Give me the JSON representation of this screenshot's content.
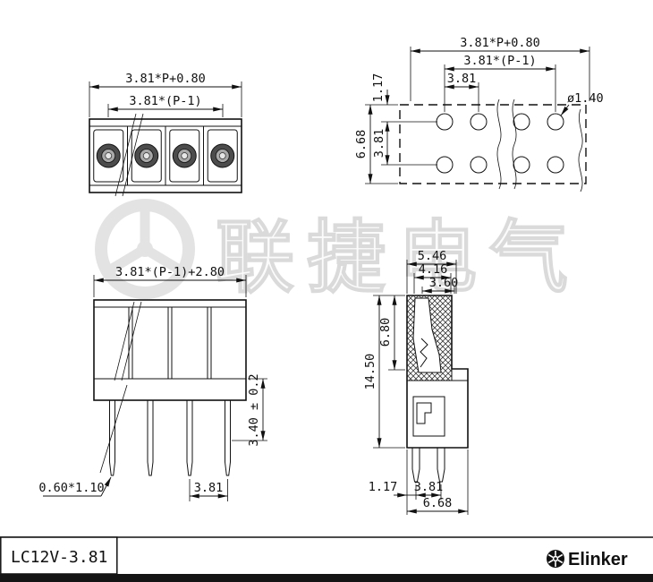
{
  "product": {
    "model": "LC12V-3.81",
    "brand": "Elinker",
    "watermark": "联捷电气"
  },
  "front_view": {
    "dim_overall_width": "3.81*P+0.80",
    "dim_pole_pitch_span": "3.81*(P-1)"
  },
  "pcb_view": {
    "dim_overall_width": "3.81*P+0.80",
    "dim_pole_pitch_span": "3.81*(P-1)",
    "dim_pitch": "3.81",
    "dim_top_margin": "1.17",
    "dim_overall_depth": "6.68",
    "dim_row_spacing": "3.81",
    "dim_hole_diameter": "ø1.40"
  },
  "section_view": {
    "dim_body_width": "3.81*(P-1)+2.80",
    "dim_pin_length": "3.40 ± 0.2",
    "dim_pin_cross_section": "0.60*1.10",
    "dim_pin_pitch": "3.81"
  },
  "side_view": {
    "dim_width_top": "5.46",
    "dim_width_mid": "4.16",
    "dim_width_opening": "3.60",
    "dim_height_upper": "6.80",
    "dim_height_overall": "14.50",
    "dim_pin_offset": "1.17",
    "dim_pin_pitch": "3.81",
    "dim_overall_depth": "6.68"
  }
}
